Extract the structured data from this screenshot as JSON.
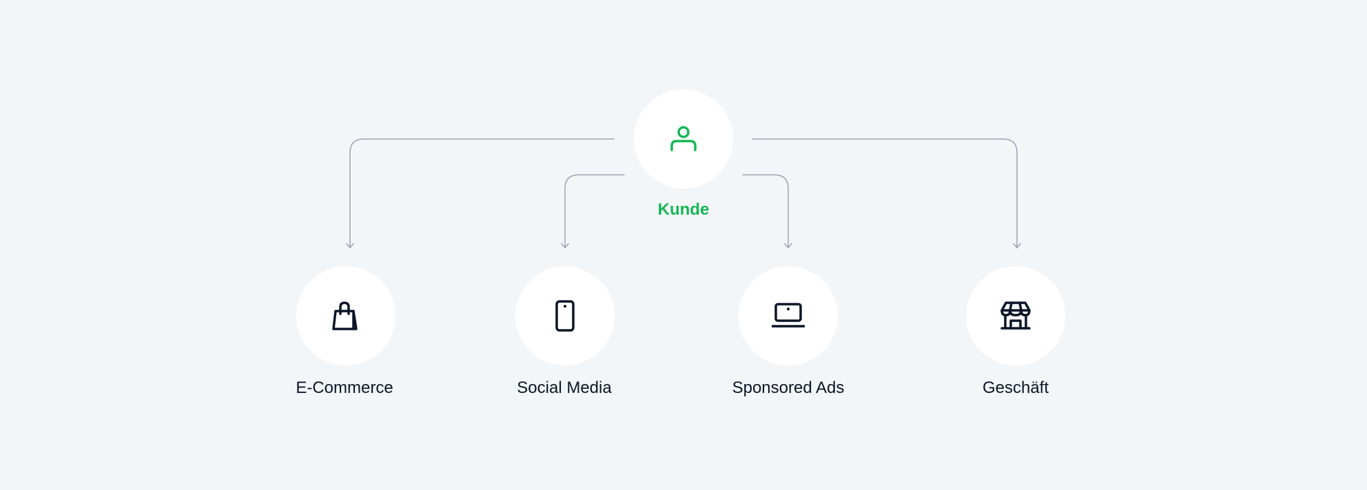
{
  "colors": {
    "background": "#f3f6f9",
    "node_fill": "#ffffff",
    "connector": "#9ba3b0",
    "accent": "#17b655",
    "text": "#0c1526"
  },
  "center": {
    "label": "Kunde",
    "icon": "person-icon"
  },
  "channels": [
    {
      "label": "E-Commerce",
      "icon": "shopping-bag-icon"
    },
    {
      "label": "Social Media",
      "icon": "smartphone-icon"
    },
    {
      "label": "Sponsored Ads",
      "icon": "laptop-icon"
    },
    {
      "label": "Geschäft",
      "icon": "storefront-icon"
    }
  ]
}
